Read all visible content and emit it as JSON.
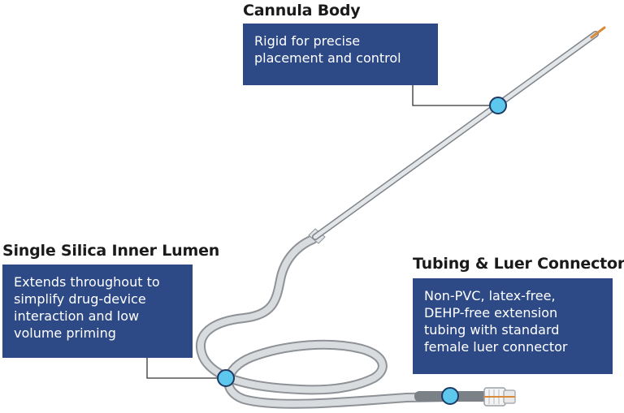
{
  "callouts": {
    "cannula_body": {
      "heading": "Cannula Body",
      "lines": [
        "Rigid for precise",
        "placement and control"
      ]
    },
    "inner_lumen": {
      "heading": "Single Silica Inner Lumen",
      "lines": [
        "Extends throughout to",
        "simplify drug-device",
        "interaction and low",
        "volume priming"
      ]
    },
    "tubing_connector": {
      "heading": "Tubing & Luer Connector",
      "lines": [
        "Non-PVC, latex-free,",
        "DEHP-free extension",
        "tubing with standard",
        "female luer connector"
      ]
    }
  },
  "colors": {
    "callout_box": "#2d4a86",
    "marker_fill": "#5ec7ee",
    "marker_border": "#1d3a63",
    "leader_line": "#333333",
    "tubing": "#c9ccd0",
    "cannula_tip": "#d98a3a"
  }
}
